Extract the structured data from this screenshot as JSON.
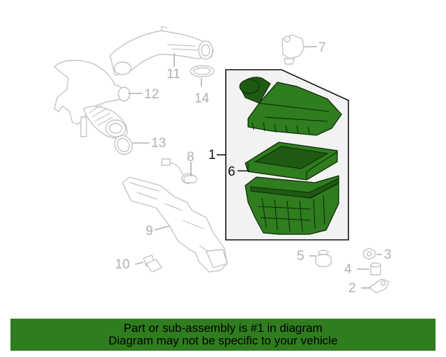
{
  "callouts": {
    "c1": "1",
    "c2": "2",
    "c3": "3",
    "c4": "4",
    "c5": "5",
    "c6": "6",
    "c7": "7",
    "c8": "8",
    "c9": "9",
    "c10": "10",
    "c11": "11",
    "c12": "12",
    "c13": "13",
    "c14": "14"
  },
  "banner": {
    "line1": "Part or sub-assembly is #1 in diagram",
    "line2": "Diagram may not be specific to your vehicle"
  },
  "colors": {
    "highlight": "#2f7d1e",
    "ghost": "#c4c4c4",
    "box_bg": "#f2f2f2"
  }
}
